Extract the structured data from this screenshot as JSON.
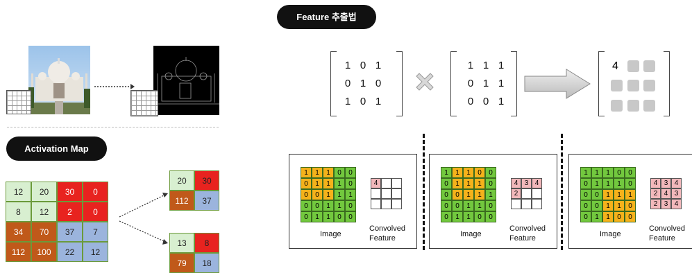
{
  "headers": {
    "feature": "Feature 추출법",
    "activation": "Activation Map"
  },
  "matrix_a": [
    [
      1,
      0,
      1
    ],
    [
      0,
      1,
      0
    ],
    [
      1,
      0,
      1
    ]
  ],
  "matrix_b": [
    [
      1,
      1,
      1
    ],
    [
      0,
      1,
      1
    ],
    [
      0,
      0,
      1
    ]
  ],
  "result_first": "4",
  "activation_grid": [
    [
      "12",
      "20",
      "30",
      "0"
    ],
    [
      "8",
      "12",
      "2",
      "0"
    ],
    [
      "34",
      "70",
      "37",
      "7"
    ],
    [
      "112",
      "100",
      "22",
      "12"
    ]
  ],
  "pooled_top": [
    "20",
    "30",
    "112",
    "37"
  ],
  "pooled_bottom": [
    "13",
    "8",
    "79",
    "18"
  ],
  "conv_image": [
    [
      "1",
      "1",
      "1",
      "0",
      "0"
    ],
    [
      "0",
      "1",
      "1",
      "1",
      "0"
    ],
    [
      "0",
      "0",
      "1",
      "1",
      "1"
    ],
    [
      "0",
      "0",
      "1",
      "1",
      "0"
    ],
    [
      "0",
      "1",
      "1",
      "0",
      "0"
    ]
  ],
  "panels": [
    {
      "image_label": "Image",
      "feature_label": "Convolved Feature",
      "convolved": [
        "4",
        "",
        "",
        "",
        "",
        "",
        "",
        "",
        ""
      ]
    },
    {
      "image_label": "Image",
      "feature_label": "Convolved Feature",
      "convolved": [
        "4",
        "3",
        "4",
        "2",
        "",
        "",
        "",
        "",
        ""
      ]
    },
    {
      "image_label": "Image",
      "feature_label": "Convolved Feature",
      "convolved": [
        "4",
        "3",
        "4",
        "2",
        "4",
        "3",
        "2",
        "3",
        "4"
      ]
    }
  ],
  "colors": {
    "green": "#72c83e",
    "yellow": "#f5b21b",
    "pink": "#f2b8bb",
    "red": "#e8231f",
    "lightgreen": "#d8efd0",
    "brown": "#c0591a",
    "blue": "#9bb4dd"
  }
}
